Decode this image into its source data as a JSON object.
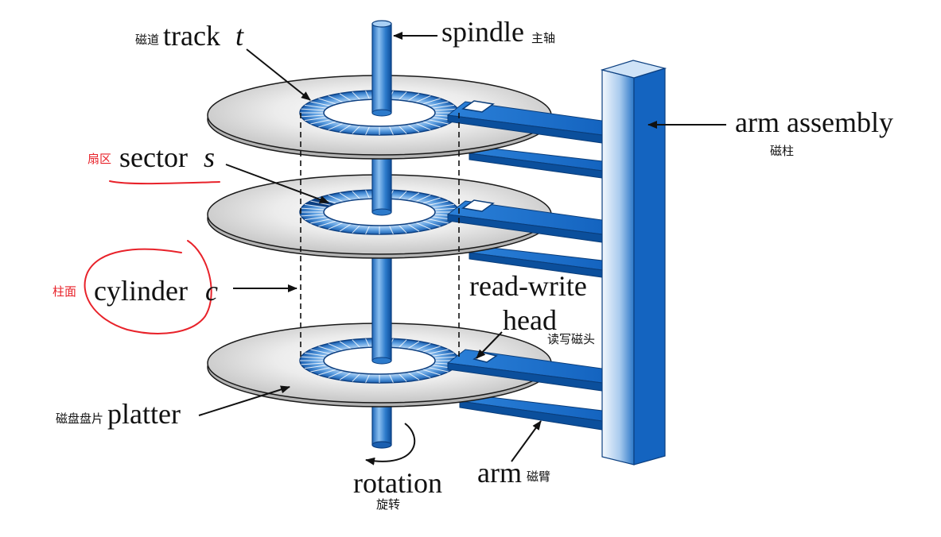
{
  "diagram": {
    "labels": {
      "track": {
        "zh": "磁道",
        "en": "track",
        "symbol": "t"
      },
      "spindle": {
        "en": "spindle",
        "zh": "主轴"
      },
      "arm_assembly": {
        "en": "arm assembly",
        "zh": "磁柱"
      },
      "sector": {
        "zh": "扇区",
        "en": "sector",
        "symbol": "s"
      },
      "cylinder": {
        "zh": "柱面",
        "en": "cylinder",
        "symbol": "c"
      },
      "read_write_head": {
        "en_line1": "read-write",
        "en_line2": "head",
        "zh": "读写磁头"
      },
      "platter": {
        "zh": "磁盘盘片",
        "en": "platter"
      },
      "rotation": {
        "en": "rotation",
        "zh": "旋转"
      },
      "arm": {
        "en": "arm",
        "zh": "磁臂"
      }
    }
  },
  "colors": {
    "component_blue": "#1464c0",
    "annotation_red": "#e8222a",
    "platter_gray": "#d6d6d6",
    "text": "#111111"
  }
}
